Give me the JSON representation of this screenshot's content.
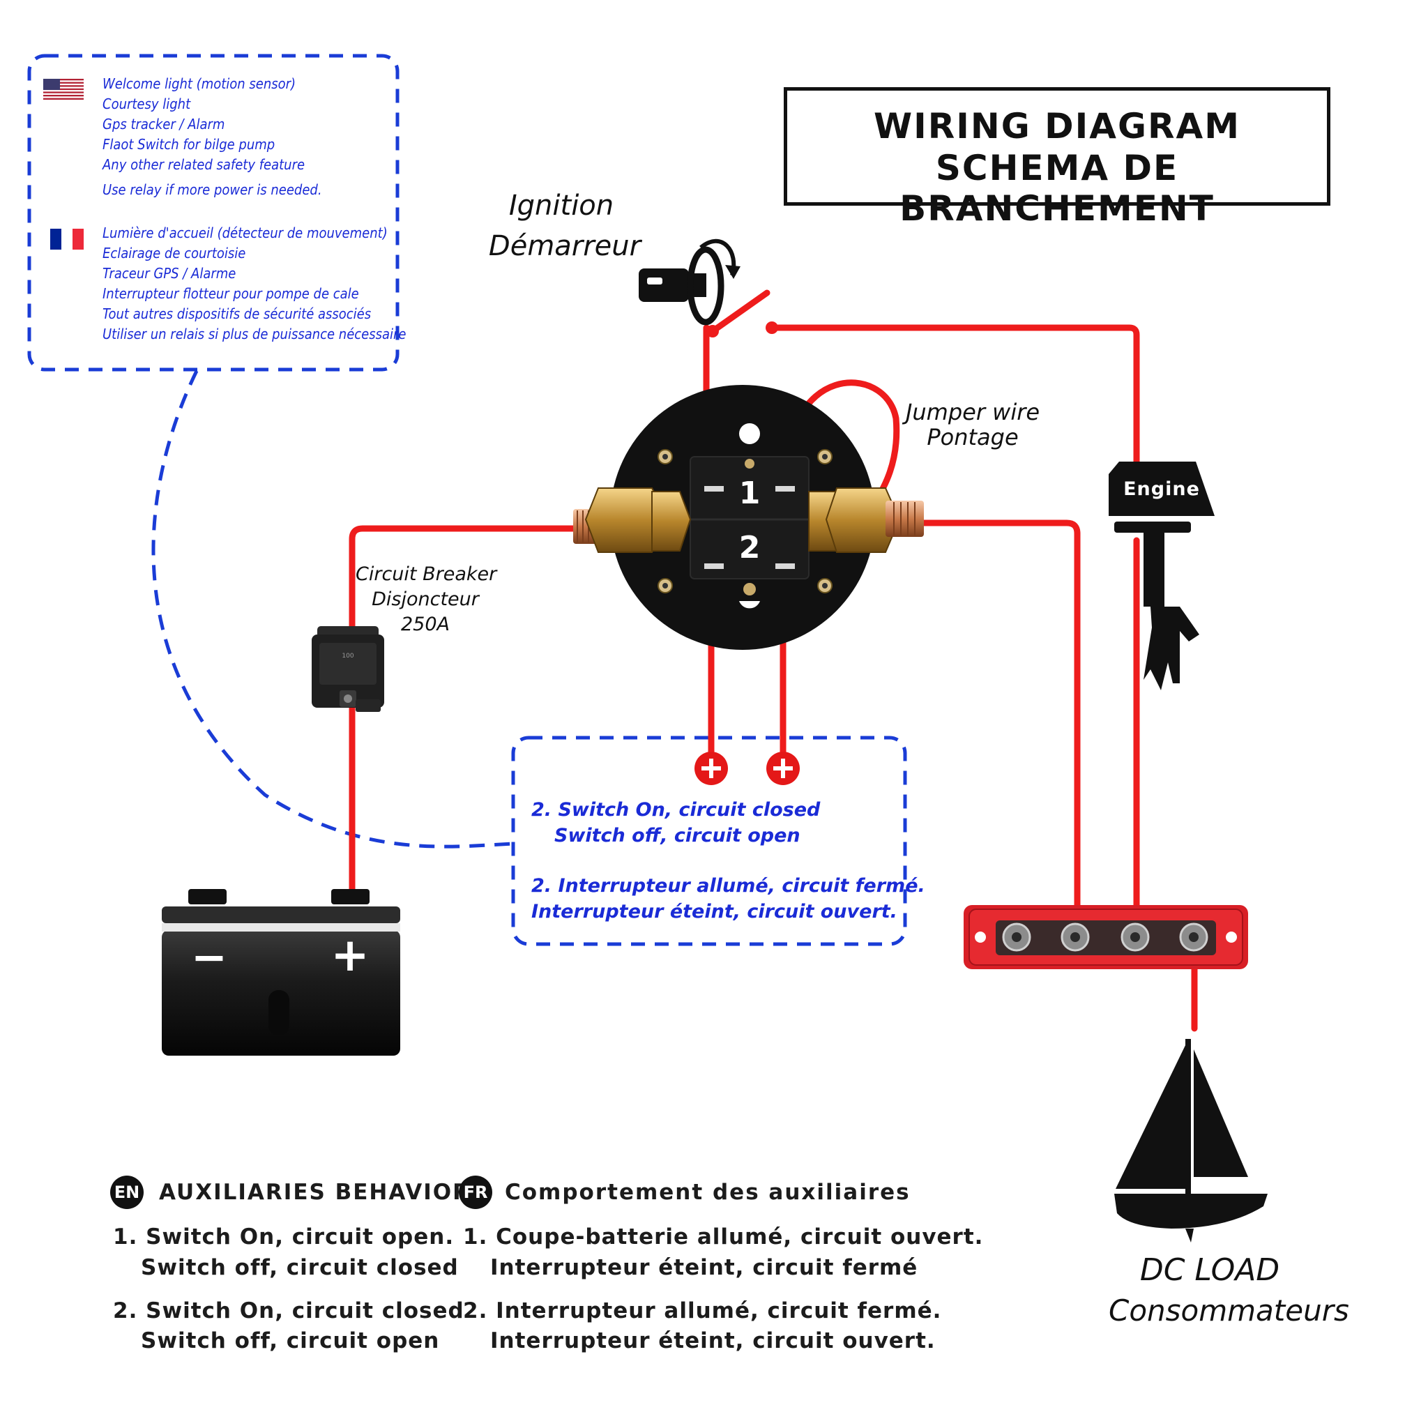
{
  "title": {
    "line1": "WIRING DIAGRAM",
    "line2": "SCHEMA DE BRANCHEMENT"
  },
  "legend": {
    "en_items": [
      "Welcome light (motion sensor)",
      "Courtesy light",
      "Gps tracker / Alarm",
      "Flaot Switch for bilge pump",
      "Any other related safety feature",
      "Use relay if more power is needed."
    ],
    "fr_items": [
      "Lumière d'accueil (détecteur de mouvement)",
      "Eclairage de courtoisie",
      "Traceur GPS / Alarme",
      "Interrupteur flotteur pour pompe de cale",
      "Tout autres dispositifs de sécurité associés",
      "Utiliser un relais si plus de puissance nécessaire"
    ]
  },
  "labels": {
    "ignition_en": "Ignition",
    "ignition_fr": "Démarreur",
    "jumper_en": "Jumper wire",
    "jumper_fr": "Pontage",
    "breaker_en": "Circuit Breaker",
    "breaker_fr": "Disjoncteur",
    "breaker_rating": "250A",
    "engine": "Engine",
    "switch_pos1": "1",
    "switch_pos2": "2",
    "battery_minus": "−",
    "battery_plus": "+",
    "terminal_plus": "+",
    "dc_load_en": "DC LOAD",
    "dc_load_fr": "Consommateurs",
    "breaker_marking": "100"
  },
  "callout": {
    "en_line1": "2. Switch On, circuit closed",
    "en_line2": "Switch off, circuit open",
    "fr_line1": "2. Interrupteur allumé, circuit fermé.",
    "fr_line2": "Interrupteur éteint, circuit ouvert."
  },
  "auxiliaries": {
    "en_badge": "EN",
    "en_heading": "AUXILIARIES BEHAVIOR",
    "en_1a": "1. Switch On, circuit open.",
    "en_1b": "Switch off, circuit closed",
    "en_2a": "2. Switch On, circuit closed",
    "en_2b": "Switch off, circuit open",
    "fr_badge": "FR",
    "fr_heading": "Comportement des auxiliaires",
    "fr_1a": "1. Coupe-batterie allumé, circuit ouvert.",
    "fr_1b": "Interrupteur éteint, circuit fermé",
    "fr_2a": "2. Interrupteur allumé, circuit fermé.",
    "fr_2b": "Interrupteur éteint, circuit ouvert."
  },
  "colors": {
    "wire": "#ee1c1c",
    "dashed_blue": "#1a3cd6",
    "legend_text": "#1a2bd6",
    "bus_bar": "#d81f26",
    "black": "#111111"
  }
}
